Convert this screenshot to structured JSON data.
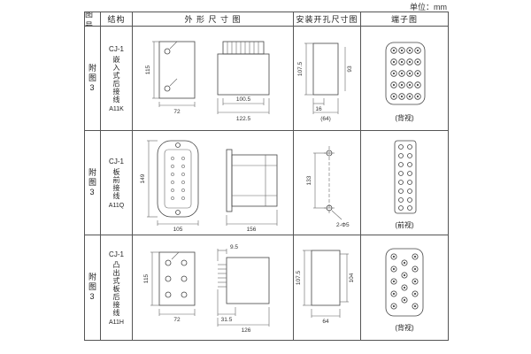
{
  "page": {
    "unit_label": "单位：mm"
  },
  "table": {
    "headers": [
      "图号",
      "结构",
      "外 形 尺 寸 图",
      "安装开孔尺寸图",
      "端子图"
    ]
  },
  "rows": [
    {
      "fig": "附图3",
      "model": "CJ-1",
      "desc": "嵌入式后接线",
      "code": "A11K",
      "outline": {
        "height": "115",
        "width": "72",
        "d1": "100.5",
        "d2": "122.5"
      },
      "mounting": {
        "v1": "107.5",
        "v2": "93",
        "h1": "16",
        "h2": "(64)"
      },
      "terminal": {
        "view": "(背视)"
      }
    },
    {
      "fig": "附图3",
      "model": "CJ-1",
      "desc": "板前接线",
      "code": "A11Q",
      "outline": {
        "height": "149",
        "width": "105",
        "d1": "156"
      },
      "mounting": {
        "v1": "133",
        "note": "2-Φ5"
      },
      "terminal": {
        "view": "(前视)"
      }
    },
    {
      "fig": "附图3",
      "model": "CJ-1",
      "desc": "凸出式板后接线",
      "code": "A11H",
      "outline": {
        "height": "115",
        "width": "72",
        "d1": "31.5",
        "d2": "9.5",
        "d3": "126"
      },
      "mounting": {
        "v1": "107.5",
        "v2": "104",
        "h1": "64"
      },
      "terminal": {
        "view": "(背视)"
      }
    }
  ]
}
